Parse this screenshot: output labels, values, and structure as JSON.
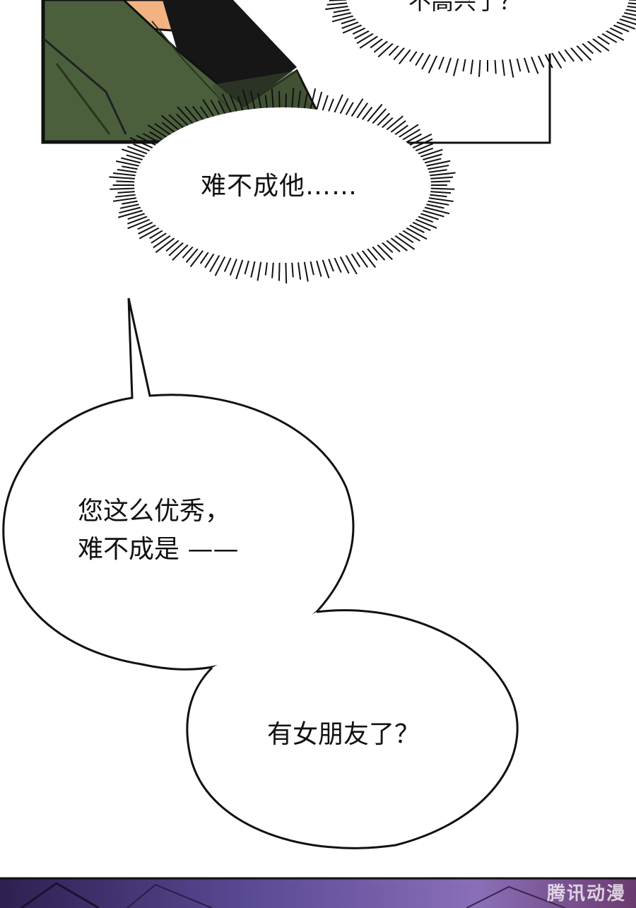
{
  "panels": {
    "top_caption": "不高兴了？",
    "shout_text": "难不成他……",
    "bubble1": {
      "line1": "您这么优秀，",
      "line2": "难不成是 ——"
    },
    "bubble2": "有女朋友了？",
    "watermark": "腾讯动漫"
  },
  "colors": {
    "jacket": "#4b5f3c",
    "jacket_shadow": "#3a4a2e",
    "skin": "#f2b382",
    "shirt": "#161616",
    "bottom_strip": "#4a3a7a"
  }
}
